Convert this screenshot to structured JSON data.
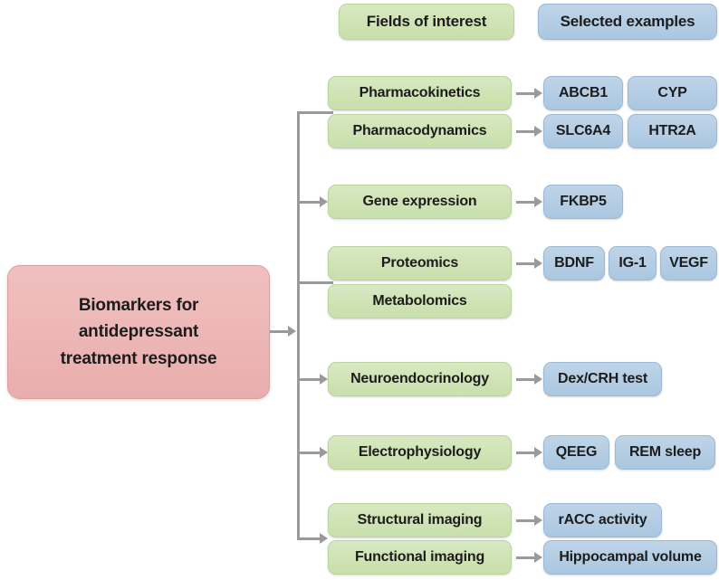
{
  "diagram": {
    "title": "Biomarkers for antidepressant treatment response",
    "colors": {
      "field_box": "#cfe3b4",
      "example_box": "#b4cde4",
      "root_box": "#edb6b6",
      "connector": "#9a9a9a",
      "text": "#1c1c1c"
    },
    "headers": {
      "fields": "Fields of interest",
      "examples": "Selected examples"
    },
    "root": {
      "line1": "Biomarkers for",
      "line2": "antidepressant",
      "line3": "treatment response"
    },
    "groups": [
      {
        "rows": [
          {
            "field": "Pharmacokinetics",
            "examples": [
              "ABCB1",
              "CYP"
            ]
          },
          {
            "field": "Pharmacodynamics",
            "examples": [
              "SLC6A4",
              "HTR2A"
            ]
          }
        ]
      },
      {
        "rows": [
          {
            "field": "Gene expression",
            "examples": [
              "FKBP5"
            ]
          }
        ]
      },
      {
        "rows": [
          {
            "field": "Proteomics",
            "examples": [
              "BDNF",
              "IG-1",
              "VEGF"
            ]
          },
          {
            "field": "Metabolomics",
            "examples": []
          }
        ]
      },
      {
        "rows": [
          {
            "field": "Neuroendocrinology",
            "examples": [
              "Dex/CRH test"
            ]
          }
        ]
      },
      {
        "rows": [
          {
            "field": "Electrophysiology",
            "examples": [
              "QEEG",
              "REM sleep"
            ]
          }
        ]
      },
      {
        "rows": [
          {
            "field": "Structural imaging",
            "examples": [
              "rACC activity"
            ]
          },
          {
            "field": "Functional imaging",
            "examples": [
              "Hippocampal volume"
            ]
          }
        ]
      }
    ]
  }
}
